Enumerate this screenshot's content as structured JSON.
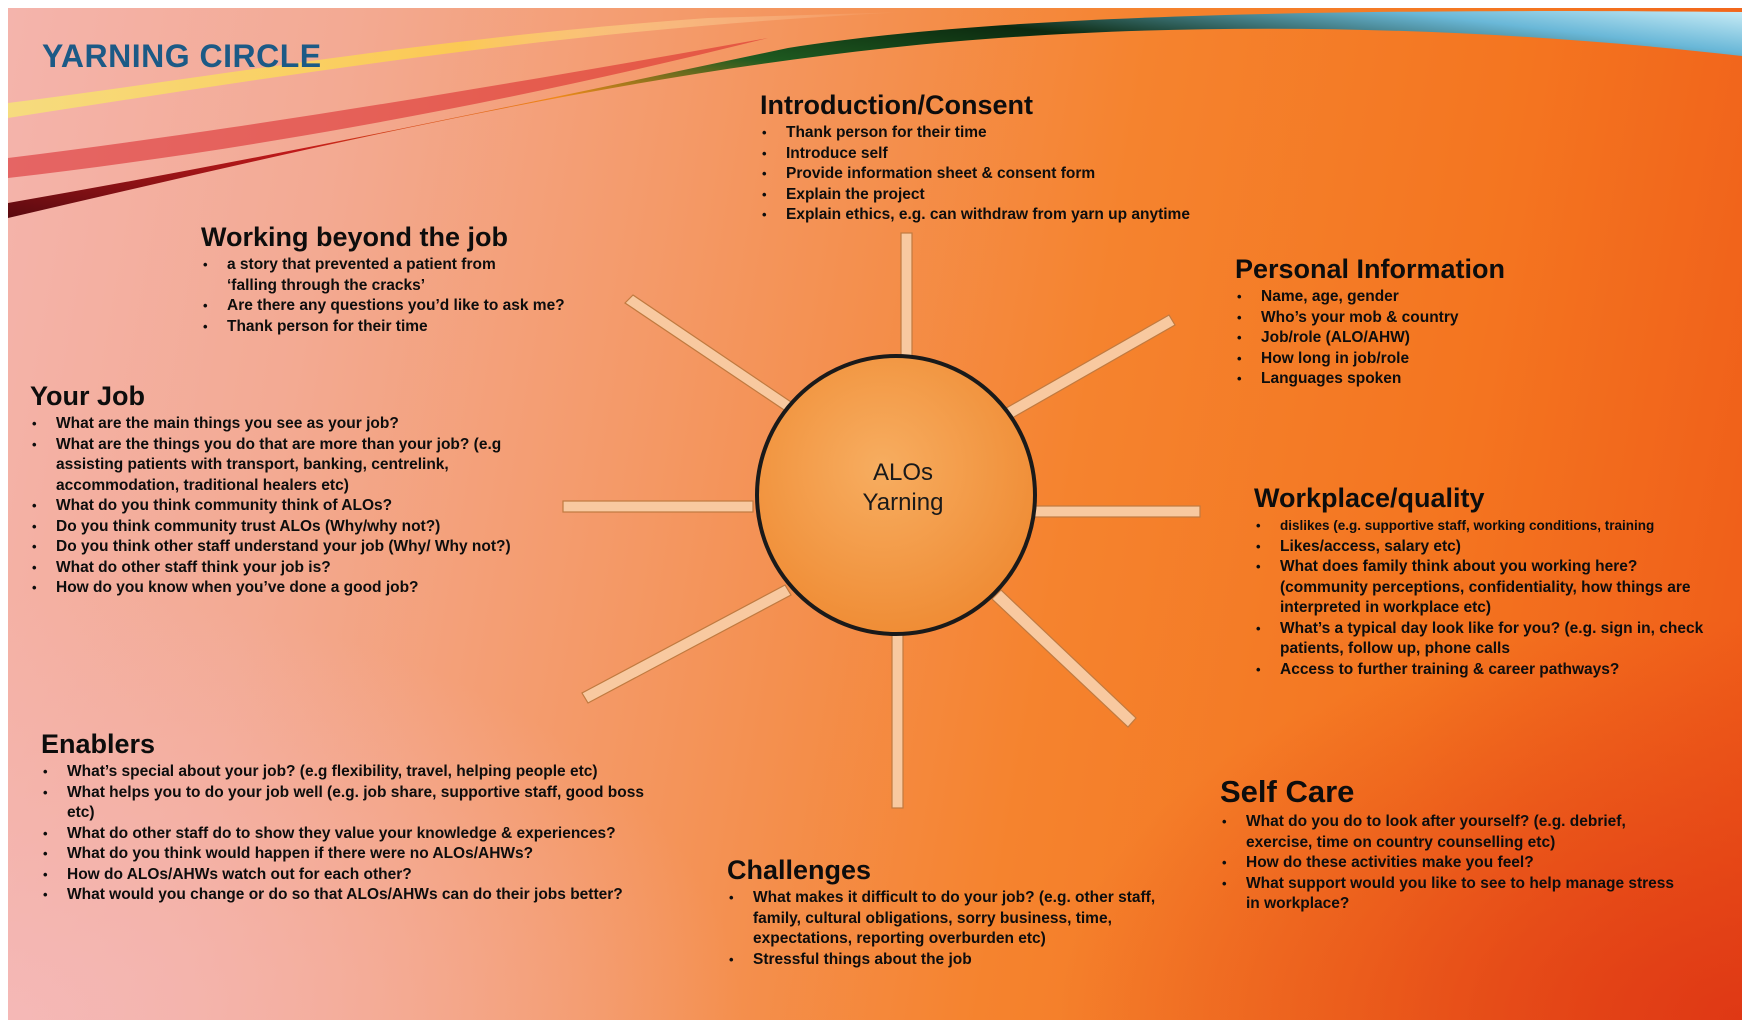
{
  "title": "YARNING CIRCLE",
  "center": {
    "line1": "ALOs",
    "line2": "Yarning"
  },
  "sections": {
    "introduction": {
      "heading": "Introduction/Consent",
      "items": [
        "Thank person for their time",
        "Introduce self",
        "Provide information sheet & consent form",
        "Explain the project",
        "Explain ethics, e.g. can withdraw from yarn up anytime"
      ]
    },
    "working_beyond": {
      "heading": "Working beyond the job",
      "items": [
        " a story that prevented a patient from ‘falling through the cracks’",
        "Are there any questions you’d like to ask me?",
        "Thank person for their time"
      ]
    },
    "personal": {
      "heading": "Personal Information",
      "items": [
        "Name, age, gender",
        "Who’s your mob & country",
        "Job/role (ALO/AHW)",
        "How long in job/role",
        "Languages spoken"
      ]
    },
    "your_job": {
      "heading": "Your Job",
      "items": [
        "What are the main things you see as your job?",
        "What are the things you do that are more than your job? (e.g assisting patients with transport, banking, centrelink, accommodation, traditional healers etc)",
        "What do you think community think of ALOs?",
        "Do you think community trust ALOs (Why/why not?)",
        "Do you think other staff understand your job (Why/ Why not?)",
        "What do other staff think your job is?",
        "How do you know when you’ve done a good job?"
      ]
    },
    "workplace": {
      "heading": "Workplace/quality",
      "items": [
        "dislikes (e.g. supportive staff, working conditions, training",
        "Likes/access, salary etc)",
        "What does family think about you working here? (community perceptions, confidentiality, how things are interpreted in workplace etc)",
        "What’s a typical day look like for you? (e.g. sign in, check patients, follow up, phone calls",
        "Access to further training & career pathways?"
      ]
    },
    "enablers": {
      "heading": "Enablers",
      "items": [
        "What’s special about your job? (e.g flexibility, travel, helping people etc)",
        "What helps you to do your job well (e.g. job share, supportive staff, good boss etc)",
        " What do other staff do to show they value your knowledge & experiences?",
        "What do you think would happen if there were no ALOs/AHWs?",
        "How do ALOs/AHWs watch out for each other?",
        "What would you change or do so that ALOs/AHWs can do their jobs better?"
      ]
    },
    "challenges": {
      "heading": "Challenges",
      "items": [
        "What makes it difficult to do your job? (e.g. other staff, family, cultural obligations, sorry business, time, expectations, reporting overburden etc)",
        "Stressful things about the job"
      ]
    },
    "self_care": {
      "heading": "Self Care",
      "items": [
        "What do you do to look after yourself? (e.g. debrief, exercise, time on country counselling etc)",
        "How do these activities make you feel?",
        "What support would you like to see to help manage stress in workplace?"
      ]
    }
  },
  "colors": {
    "title": "#1c5a86",
    "circle_fill": "#f39a45",
    "ray_fill": "#f8c9a0",
    "background_orange": "#f47520"
  }
}
